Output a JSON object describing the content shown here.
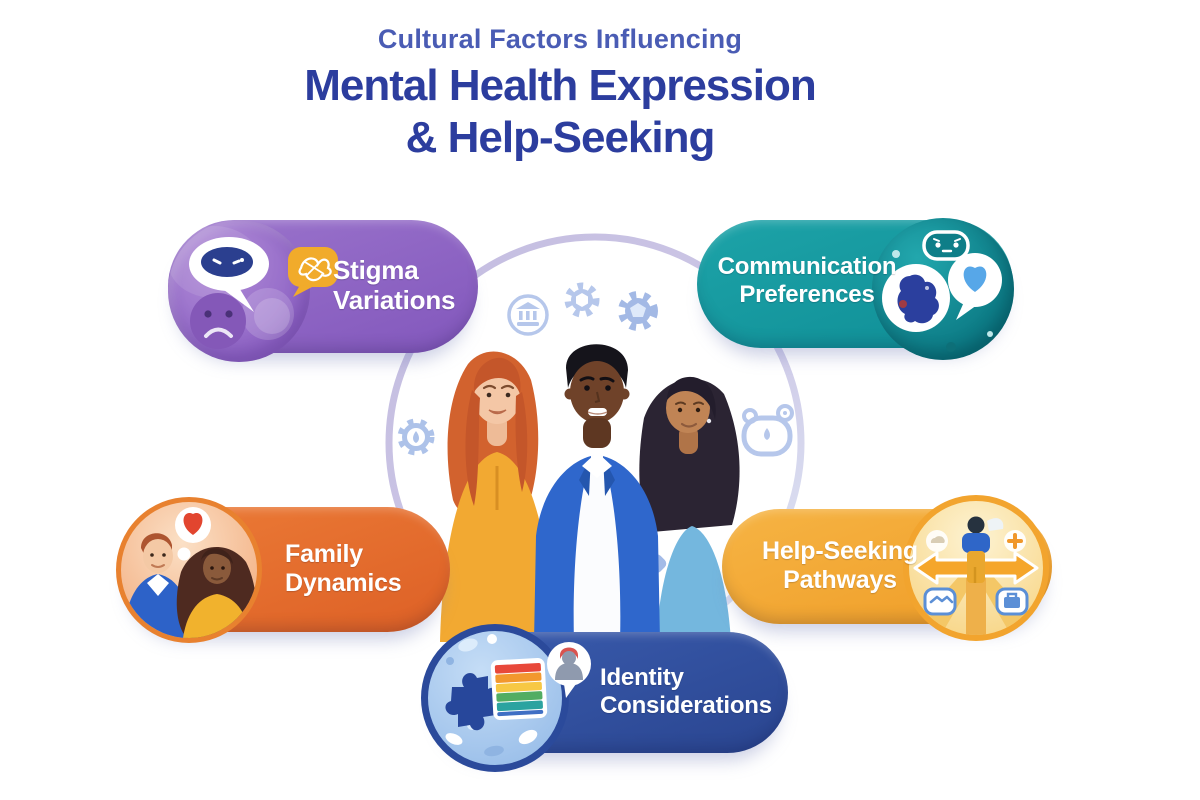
{
  "title": {
    "line1": "Cultural Factors Influencing",
    "line2": "Mental Health Expression",
    "line3": "& Help-Seeking"
  },
  "center": {
    "illustration": "three-diverse-people",
    "decorations": [
      "temple-icon",
      "gear-icon",
      "gear-icon",
      "gear-icon",
      "alarm-clock-icon",
      "diamond-icon",
      "blob-icon",
      "star-icon",
      "diamond-icon",
      "diamond-icon"
    ]
  },
  "nodes": [
    {
      "id": "stigma-variations",
      "label_line1": "Stigma",
      "label_line2": "Variations",
      "color": "#8B62C4",
      "icons": [
        "chat-bubbles-icon",
        "sad-face-icon",
        "tangled-thoughts-bubble-icon"
      ]
    },
    {
      "id": "communication-preferences",
      "label_line1": "Communication",
      "label_line2": "Preferences",
      "color": "#12959D",
      "icons": [
        "person-blob-icon",
        "heart-chat-bubble-icon",
        "robot-chat-icon"
      ]
    },
    {
      "id": "family-dynamics",
      "label_line1": "Family",
      "label_line2": "Dynamics",
      "color": "#E56C2E",
      "icons": [
        "couple-icon",
        "heart-thought-bubble-icon"
      ]
    },
    {
      "id": "help-seeking-pathways",
      "label_line1": "Help-Seeking",
      "label_line2": "Pathways",
      "color": "#F2A42E",
      "icons": [
        "crossroads-person-icon",
        "cloud-icon",
        "medical-plus-icon",
        "handshake-icon",
        "first-aid-kit-icon"
      ]
    },
    {
      "id": "identity-considerations",
      "label_line1": "Identity",
      "label_line2": "Considerations",
      "color": "#2F4DA0",
      "icons": [
        "puzzle-piece-icon",
        "rainbow-stripes-icon",
        "person-silhouette-bubble-icon"
      ]
    }
  ],
  "colors": {
    "background": "#FFFFFF",
    "title_subtitle": "#4A5CB4",
    "title_main": "#2C3D9E",
    "ring": "#C6BFE2",
    "decoration_blue": "#AFC3E9",
    "node_purple": "#8B62C4",
    "node_teal": "#12959D",
    "node_orange": "#E56C2E",
    "node_amber": "#F2A42E",
    "node_blue": "#2F4DA0"
  }
}
